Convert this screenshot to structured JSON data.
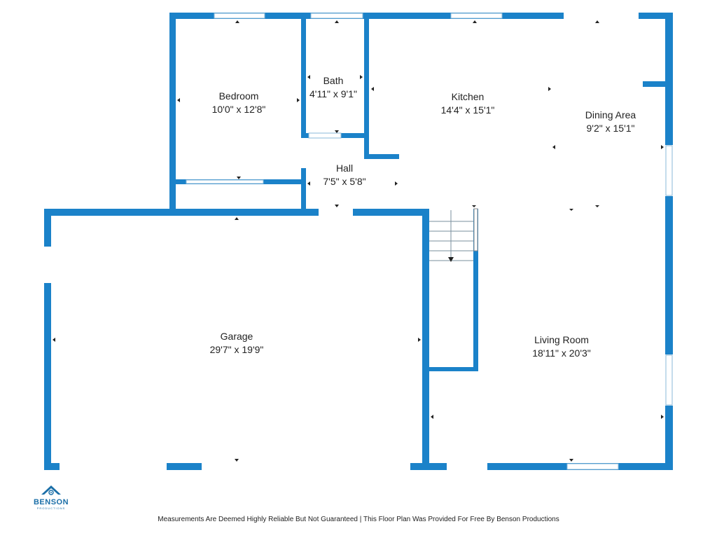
{
  "rooms": {
    "bedroom": {
      "name": "Bedroom",
      "size": "10'0\" x 12'8\""
    },
    "bath": {
      "name": "Bath",
      "size": "4'11\" x 9'1\""
    },
    "kitchen": {
      "name": "Kitchen",
      "size": "14'4\" x 15'1\""
    },
    "dining": {
      "name": "Dining Area",
      "size": "9'2\" x 15'1\""
    },
    "hall": {
      "name": "Hall",
      "size": "7'5\" x 5'8\""
    },
    "garage": {
      "name": "Garage",
      "size": "29'7\" x 19'9\""
    },
    "living": {
      "name": "Living Room",
      "size": "18'11\" x 20'3\""
    }
  },
  "logo": {
    "name": "BENSON",
    "sub": "PRODUCTIONS"
  },
  "footer": {
    "text": "Measurements Are Deemed Highly Reliable But Not Guaranteed | This Floor Plan Was Provided For Free By Benson Productions"
  },
  "colors": {
    "wall": "#1b82c9",
    "background": "#ffffff",
    "text": "#222222"
  }
}
